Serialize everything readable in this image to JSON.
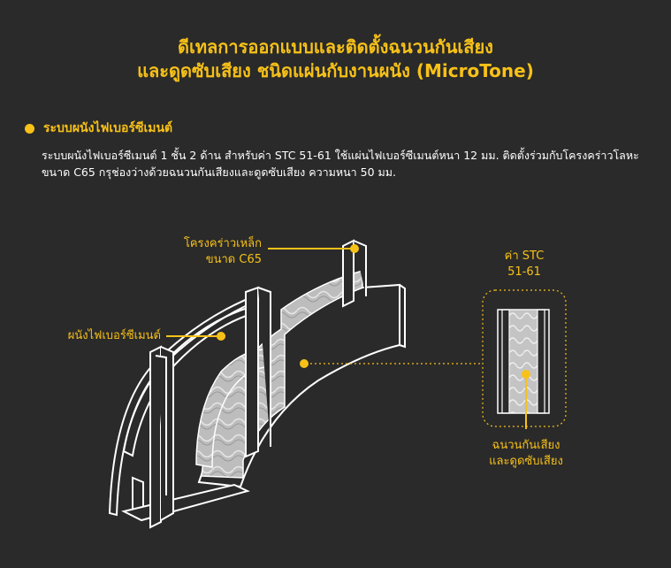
{
  "title": {
    "line1": "ดีเทลการออกแบบและติดตั้งฉนวนกันเสียง",
    "line2": "และดูดซับเสียง ชนิดแผ่นกับงานผนัง (MicroTone)"
  },
  "section": {
    "heading": "ระบบผนังไฟเบอร์ซีเมนต์",
    "description": "ระบบผนังไฟเบอร์ซีเมนต์ 1 ชั้น 2 ด้าน สำหรับค่า STC 51-61 ใช้แผ่นไฟเบอร์ซีเมนต์หนา 12 มม. ติดตั้งร่วมกับโครงคร่าวโลหะ ขนาด C65 กรุช่องว่างด้วยฉนวนกันเสียงและดูดซับเสียง ความหนา 50 มม."
  },
  "labels": {
    "steel_frame_line1": "โครงคร่าวเหล็ก",
    "steel_frame_line2": "ขนาด C65",
    "fiber_cement_wall": "ผนังไฟเบอร์ซีเมนต์",
    "stc_line1": "ค่า STC",
    "stc_line2": "51-61",
    "insulation_line1": "ฉนวนกันเสียง",
    "insulation_line2": "และดูดซับเสียง"
  },
  "colors": {
    "background": "#2a2a2a",
    "accent": "#f7c118",
    "line": "#ffffff",
    "insulation": "#bdbdbd"
  }
}
